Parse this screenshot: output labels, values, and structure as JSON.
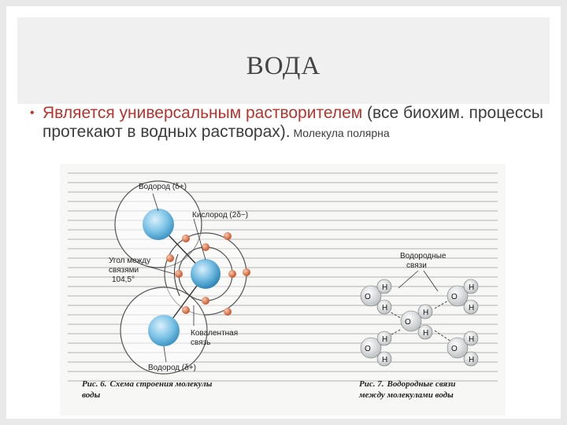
{
  "slide": {
    "title": "ВОДА",
    "bullet": {
      "part_red": "Является универсальным растворителем",
      "part_normal": " (все биохим. процессы протекают в водных растворах).",
      "part_small": " Молекула полярна"
    }
  },
  "figure6": {
    "labels": {
      "hydrogen_top": "Водород (δ+)",
      "oxygen": "Кислород (2δ−)",
      "angle_line1": "Угол между",
      "angle_line2": "связями",
      "angle_value": "104,5°",
      "covalent_line1": "Ковалентная",
      "covalent_line2": "связь",
      "hydrogen_bottom": "Водород (δ+)"
    },
    "caption_prefix": "Рис. 6.",
    "caption_line1": "Схема строения молекулы",
    "caption_line2": "воды"
  },
  "figure7": {
    "labels": {
      "hbonds_line1": "Водородные",
      "hbonds_line2": "связи"
    },
    "atom_o": "O",
    "atom_h": "H",
    "caption_prefix": "Рис. 7.",
    "caption_line1": "Водородные связи",
    "caption_line2": "между молекулами воды"
  }
}
